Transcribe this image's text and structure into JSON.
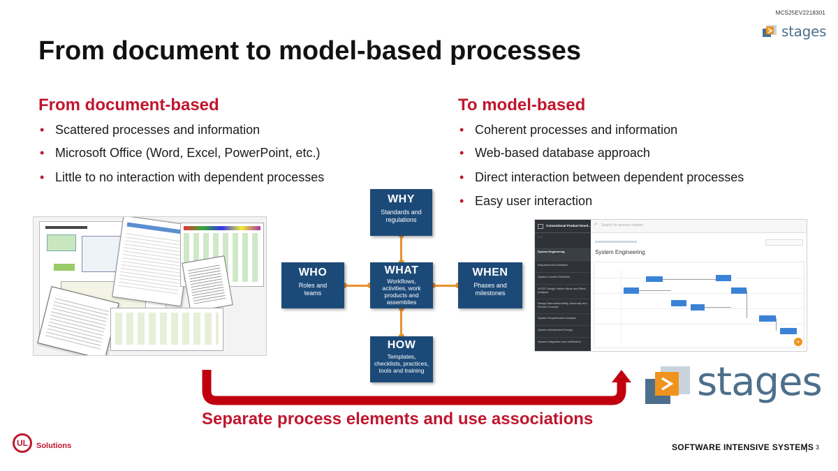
{
  "header": {
    "title": "From document to model-based processes",
    "doc_code": "MCS25EV2218301",
    "brand": "stages"
  },
  "left_column": {
    "heading": "From document-based",
    "bullets": [
      "Scattered processes and information",
      "Microsoft Office (Word, Excel, PowerPoint, etc.)",
      "Little to no interaction with dependent processes"
    ]
  },
  "right_column": {
    "heading": "To model-based",
    "bullets": [
      "Coherent processes and information",
      "Web-based database approach",
      "Direct interaction between dependent processes",
      "Easy user interaction"
    ]
  },
  "diagram": {
    "why": {
      "title": "WHY",
      "desc": "Standards and regulations"
    },
    "who": {
      "title": "WHO",
      "desc": "Roles and teams"
    },
    "what": {
      "title": "WHAT",
      "desc": "Workflows, activities, work products and assemblies"
    },
    "when": {
      "title": "WHEN",
      "desc": "Phases and milestones"
    },
    "how": {
      "title": "HOW",
      "desc": "Templates, checklists, practices, tools and training"
    }
  },
  "stages_ui": {
    "project_title": "Conventional Product Devel...",
    "page_heading": "System Engineering",
    "search_placeholder": "Search for process content",
    "nav_items": [
      "System Engineering",
      "Requirements Elicitation",
      "System Context Definition",
      "SOTIF Design Failure Mode and Effect Analysis",
      "Design Manufacturability, Assembly and Service Concept",
      "System Requirements Analysis",
      "System Architectural Design",
      "System Integration and Verification"
    ]
  },
  "bottom": {
    "caption": "Separate process elements and use associations",
    "stages_logo": "stages"
  },
  "footer": {
    "ul_mark": "UL",
    "ul_text": "Solutions",
    "tagline": "SOFTWARE INTENSIVE SYSTEMS",
    "separator": "|",
    "page": "3"
  },
  "colors": {
    "accent_red": "#c0162e",
    "box_blue": "#1c4a78",
    "connector_orange": "#e8912d",
    "stages_blue": "#4d6f8c",
    "stages_orange": "#f0931e"
  }
}
